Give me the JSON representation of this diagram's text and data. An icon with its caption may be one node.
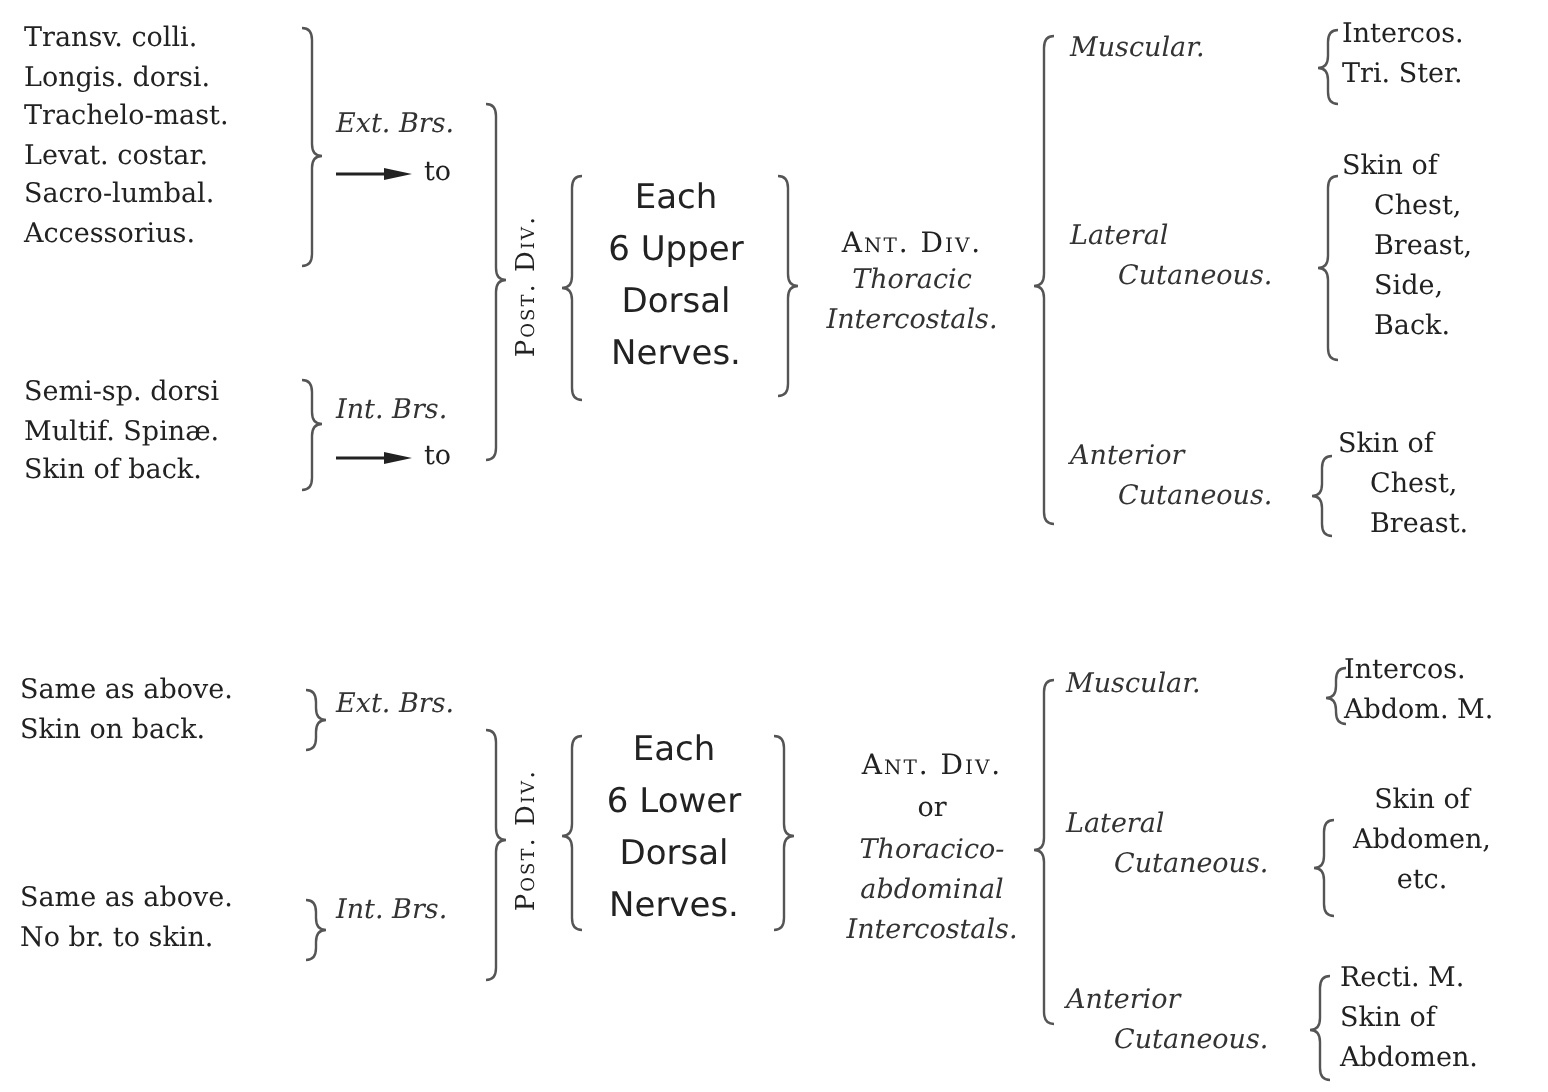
{
  "diagram": {
    "labels": [
      "Transv. colli.",
      "Longis. dorsi.",
      "Trachelo-mast.",
      "Levat. costar.",
      "Sacro-lumbal.",
      "Accessorius.",
      "Ext. Brs.",
      "to",
      "Semi-sp. dorsi",
      "Multif. Spinæ.",
      "Skin of back.",
      "Int. Brs.",
      "to",
      "Post. Div.",
      "Each 6 Upper Dorsal Nerves.",
      "Ant. Div.",
      "Thoracic Intercostals.",
      "Muscular.",
      "Intercos.",
      "Tri. Ster.",
      "Lateral Cutaneous.",
      "Skin of Chest, Breast, Side, Back.",
      "Anterior Cutaneous.",
      "Skin of Chest, Breast.",
      "Same as above.",
      "Skin on back.",
      "Ext. Brs.",
      "Same as above.",
      "No br. to skin.",
      "Int. Brs.",
      "Post. Div.",
      "Each 6 Lower Dorsal Nerves.",
      "Ant. Div.",
      "or",
      "Thoracico-abdominal Intercostals.",
      "Muscular.",
      "Intercos.",
      "Abdom. M.",
      "Lateral Cutaneous.",
      "Skin of Abdomen, etc.",
      "Anterior Cutaneous.",
      "Recti. M.",
      "Skin of Abdomen."
    ]
  }
}
